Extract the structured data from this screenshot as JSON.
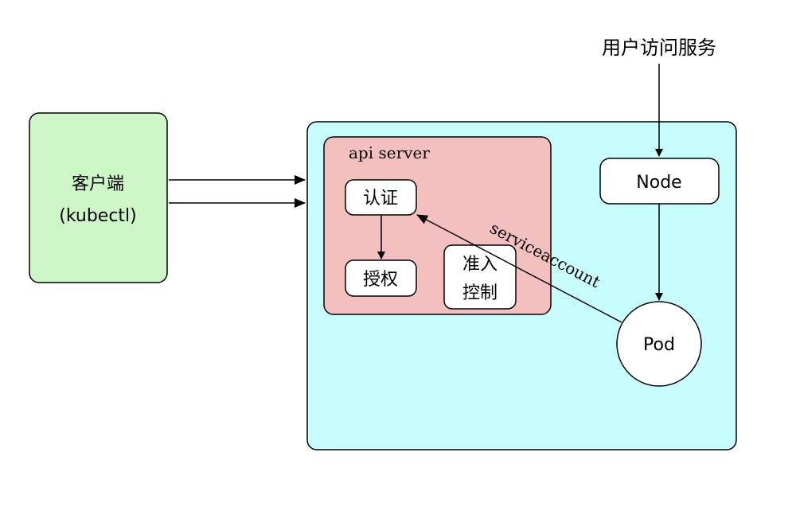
{
  "client": {
    "line1": "客户端",
    "line2": "(kubectl)"
  },
  "api_server": {
    "title": "api server",
    "auth": "认证",
    "authz": "授权",
    "admission_line1": "准入",
    "admission_line2": "控制"
  },
  "node": {
    "label": "Node"
  },
  "pod": {
    "label": "Pod"
  },
  "user_access": "用户访问服务",
  "service_account_label": "serviceaccount",
  "colors": {
    "client": "#cdf7c6",
    "cluster": "#c8fdfe",
    "api_server": "#f4bfbf",
    "box": "#ffffff",
    "stroke": "#000000"
  }
}
